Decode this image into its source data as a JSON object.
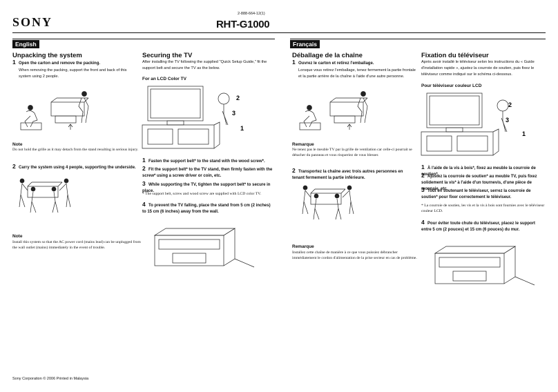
{
  "header": {
    "brand": "SONY",
    "part_number": "2-888-664-12(1)",
    "model": "RHT-G1000"
  },
  "english": {
    "tag": "English",
    "unpacking": {
      "title": "Unpacking the system",
      "step1": "Open the carton and remove the packing.",
      "step1_desc": "When removing the packing, support the front and back of this system using 2 people.",
      "note_title": "Note",
      "note_text": "Do not hold the grille as it may detach from the stand resulting in serious injury.",
      "step2": "Carry the system using 4 people, supporting the underside.",
      "note2_title": "Note",
      "note2_text": "Install this system so that the AC power cord (mains lead) can be unplugged from the wall outlet (mains) immediately in the event of trouble."
    },
    "securing": {
      "title": "Securing the TV",
      "intro": "After installing the TV  following the supplied \"Quick Setup Guide,\" fit the support belt and secure the TV as the below.",
      "subtitle": "For an LCD Color TV",
      "step1": "Fasten the support belt* to the stand with the wood screw*.",
      "step2": "Fit the support belt* to the TV stand, then firmly fasten with the screw* using a screw driver or coin, etc.",
      "step3": "While supporting the TV, tighten the support belt* to secure in place.",
      "footnote": "* The support belt, screw and wood screw are supplied with LCD color TV.",
      "step4": "To prevent the TV falling, place the stand from 5 cm (2 inches) to 15 cm (6 inches) away from the wall."
    }
  },
  "french": {
    "tag": "Français",
    "unpacking": {
      "title": "Déballage de la chaîne",
      "step1": "Ouvrez le carton et retirez l'emballage.",
      "step1_desc": "Lorsque vous retirez l'emballage, tenez fermement la partie frontale et la partie arrière de la chaîne à l'aide d'une autre personne.",
      "note_title": "Remarque",
      "note_text": "Ne tenez pas le meuble TV par la grille de ventilation car celle-ci pourrait se détacher du panneau et vous risqueriez de vous blesser.",
      "step2": "Transportez la chaîne avec trois autres personnes en tenant fermement la partie inférieure.",
      "note2_title": "Remarque",
      "note2_text": "Installez cette chaîne de manière à ce que vous puissiez débrancher immédiatement le cordon d'alimentation de la prise secteur en cas de problème."
    },
    "securing": {
      "title": "Fixation du téléviseur",
      "intro": "Après avoir installé le téléviseur selon les instructions du « Guide d'installation rapide », ajustez la courroie de soutien, puis fixez le téléviseur comme indiqué sur le schéma ci-dessous.",
      "subtitle": "Pour téléviseur couleur LCD",
      "step1": "À l'aide de la vis à bois*, fixez au meuble la courroie de soutien*.",
      "step2": "Ajustez la courroie de soutien* au meuble TV, puis fixez solidement la vis* à l'aide d'un tournevis, d'une pièce de monnaie, etc.",
      "step3": "Tout en soutenant le téléviseur, serrez la courroie de soutien* pour fixer correctement le téléviseur.",
      "footnote": "* La courroie de soutien, les vis et la vis à bois sont fournies avec le téléviseur couleur LCD.",
      "step4": "Pour éviter toute chute du téléviseur, placez le support entre 5 cm (2 pouces) et 15 cm (6 pouces) du mur."
    }
  },
  "labels": {
    "n1": "1",
    "n2": "2",
    "n3": "3",
    "n4": "4"
  },
  "footer": "Sony Corporation © 2006 Printed in Malaysia"
}
